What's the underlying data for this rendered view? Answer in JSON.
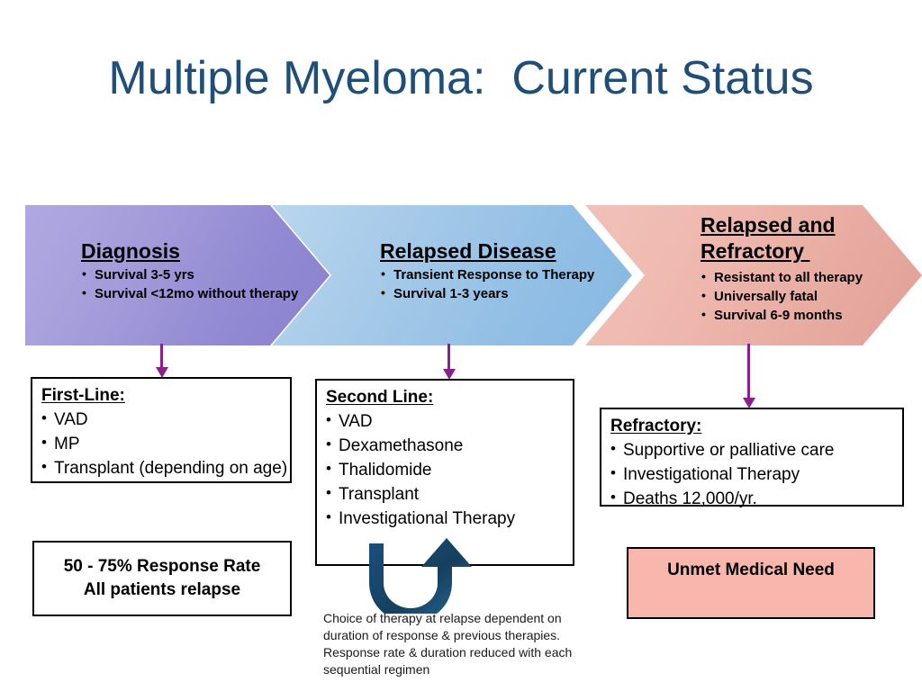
{
  "slide": {
    "title": "Multiple Myeloma:  Current Status",
    "title_color": "#1f4e79",
    "background": "#ffffff"
  },
  "stages": [
    {
      "id": "diagnosis",
      "heading": "Diagnosis",
      "color": "#9590d8",
      "bullets": [
        "Survival  3-5 yrs",
        "Survival <12mo without therapy"
      ]
    },
    {
      "id": "relapsed-disease",
      "heading": "Relapsed Disease",
      "color": "#9cc6e8",
      "bullets": [
        "Transient Response to Therapy",
        "Survival 1-3 years"
      ]
    },
    {
      "id": "relapsed-and-refractory",
      "heading_line1": "Relapsed and",
      "heading_line2": "Refractory ",
      "color": "#f3b5ad",
      "bullets": [
        "Resistant to all therapy",
        "Universally fatal",
        "Survival 6-9 months"
      ]
    }
  ],
  "therapy_boxes": [
    {
      "id": "first-line",
      "heading": "First-Line:",
      "items": [
        "VAD",
        "MP",
        "Transplant (depending on age)"
      ]
    },
    {
      "id": "second-line",
      "heading": "Second Line:",
      "items": [
        "VAD",
        "Dexamethasone",
        "Thalidomide",
        "Transplant",
        "Investigational Therapy"
      ]
    },
    {
      "id": "refractory",
      "heading": "Refractory:",
      "items": [
        "Supportive or palliative care",
        "Investigational Therapy",
        "Deaths 12,000/yr."
      ]
    }
  ],
  "response_box": {
    "line1": "50 - 75% Response Rate",
    "line2": "All patients relapse"
  },
  "unmet_box": {
    "label": "Unmet Medical Need",
    "fill_color": "#f8b6ad"
  },
  "caption": {
    "line1": "Choice of therapy at relapse dependent on",
    "line2": "duration of response & previous therapies.",
    "line3": "Response rate & duration reduced with each",
    "line4": "sequential regimen"
  },
  "connectors": {
    "color": "#8b1f8b",
    "count": 3
  },
  "recycle_arrow": {
    "color": "#1d4f79"
  }
}
